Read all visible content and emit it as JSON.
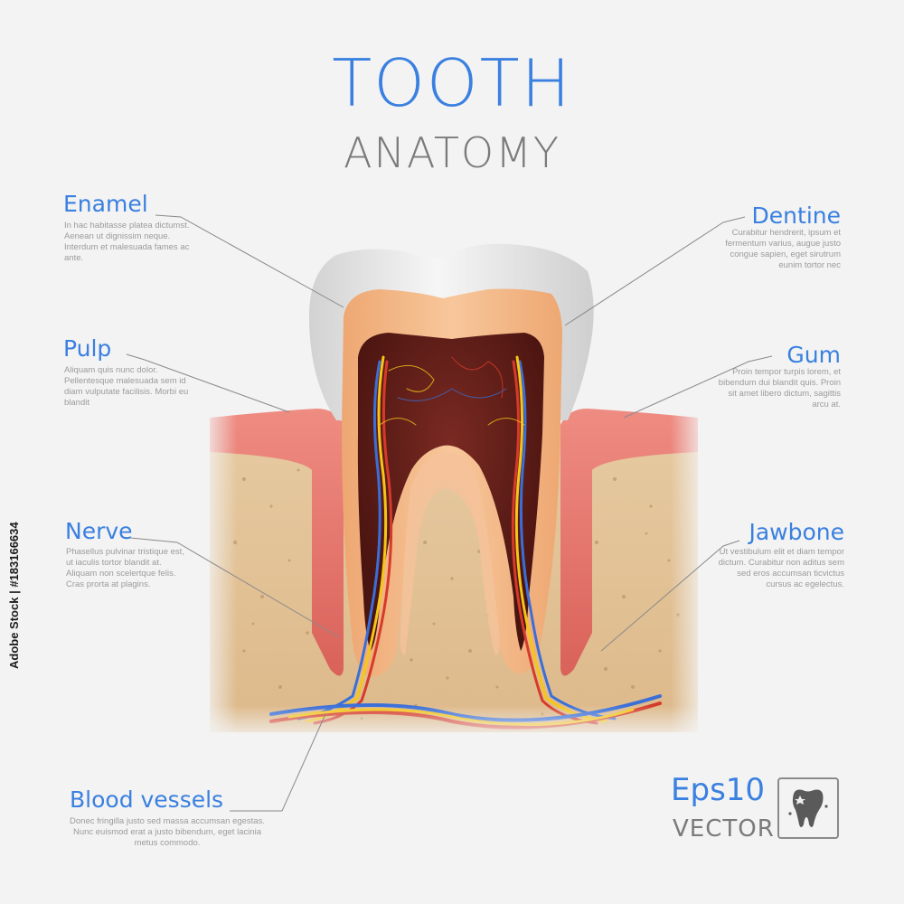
{
  "title": {
    "line1": "TOOTH",
    "line2": "ANATOMY"
  },
  "labels": {
    "enamel": {
      "name": "Enamel",
      "text": "In hac habitasse platea dictumst. Aenean ut dignissim neque. Interdum et malesuada fames ac ante."
    },
    "pulp": {
      "name": "Pulp",
      "text": "Aliquam quis nunc dolor. Pellentesque malesuada sem id diam vulputate facilisis. Morbi eu blandit"
    },
    "nerve": {
      "name": "Nerve",
      "text": "Phasellus pulvinar tristique est, ut iaculis tortor blandit at. Aliquam non scelertque felis. Cras prorta at plagins."
    },
    "blood_vessels": {
      "name": "Blood vessels",
      "text": "Donec fringilla justo sed massa accumsan egestas. Nunc euismod erat a justo bibendum, eget lacinia metus commodo."
    },
    "dentine": {
      "name": "Dentine",
      "text": "Curabitur hendrerit, ipsum et fermentum varius, augue justo congue sapien, eget sirutrum eunim tortor nec"
    },
    "gum": {
      "name": "Gum",
      "text": "Proin tempor turpis lorem, et bibendum dui blandit quis. Proin sit amet libero dictum, sagittis arcu at."
    },
    "jawbone": {
      "name": "Jawbone",
      "text": "Ut vestibulum elit et diam tempor dictum. Curabitur non aditus sem sed eros accumsan ticvictus cursus ac egelectus."
    }
  },
  "badge": {
    "eps": "Eps10",
    "vector": "VECTOR",
    "icon": "tooth-icon"
  },
  "stock_id": "Adobe Stock | #183166634",
  "colors": {
    "accent": "#3a80e0",
    "enamel": "#e6e6e6",
    "dentine": "#f2b07a",
    "pulp": "#5a1814",
    "gum": "#e8776e",
    "bone": "#e3c49a",
    "nerve": "#f5c518",
    "artery": "#d63a2a",
    "vein": "#3a6fd8"
  }
}
